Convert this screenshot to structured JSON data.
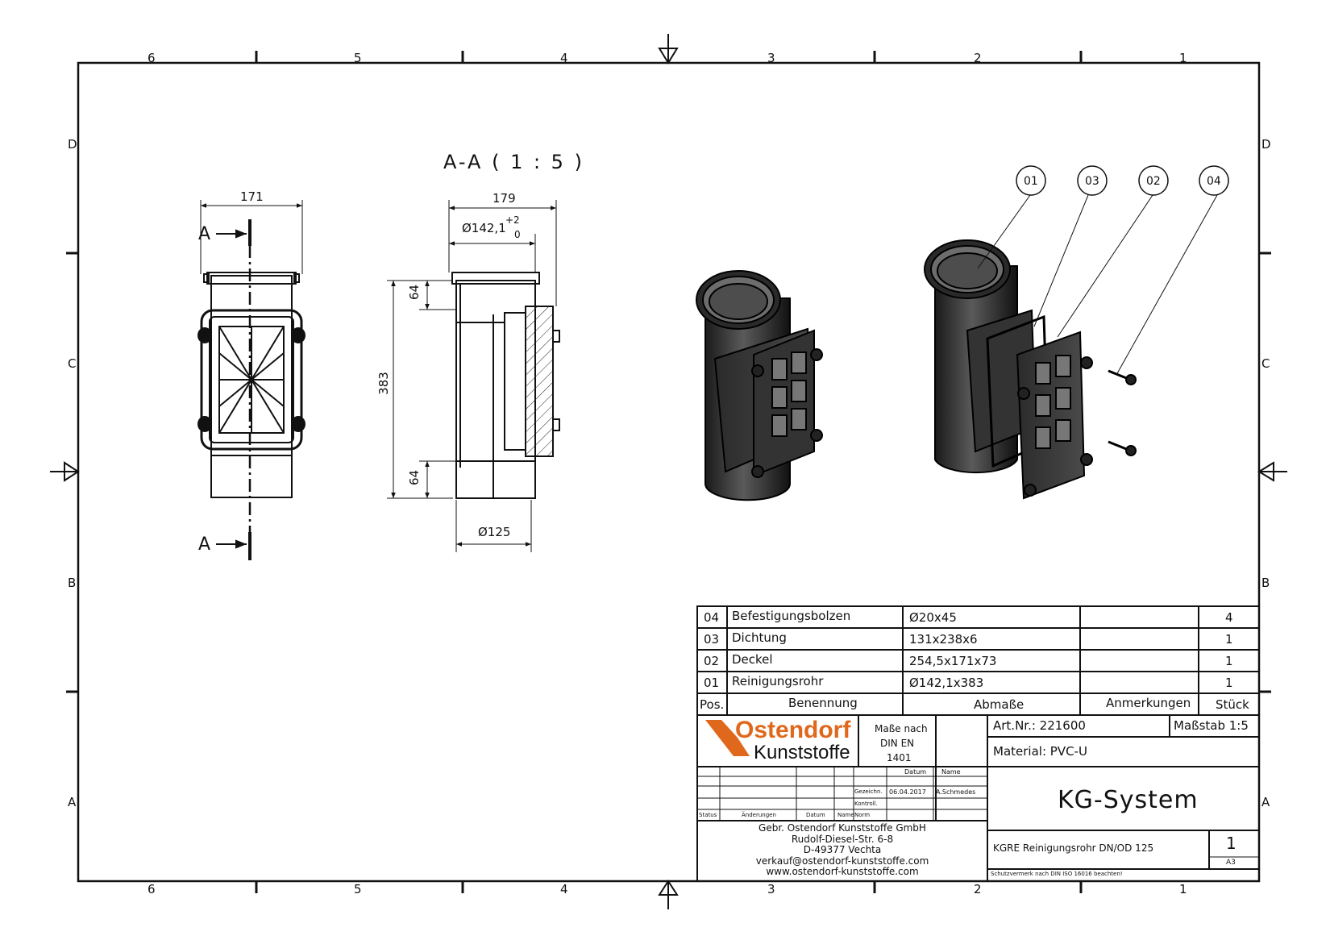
{
  "frame": {
    "col_labels": [
      "6",
      "5",
      "4",
      "3",
      "2",
      "1"
    ],
    "row_labels": [
      "D",
      "C",
      "B",
      "A"
    ]
  },
  "views": {
    "section_label": "A-A ( 1 : 5 )",
    "section_mark": "A",
    "dims": {
      "width_front": "171",
      "width_side": "179",
      "socket_diameter": "Ø142,1",
      "tol_upper": "+2",
      "tol_lower": "0",
      "height_total": "383",
      "socket_depth_top": "64",
      "socket_depth_bottom": "64",
      "pipe_diameter": "Ø125"
    },
    "balloons": [
      "01",
      "03",
      "02",
      "04"
    ]
  },
  "parts_list": {
    "rows": [
      {
        "pos": "04",
        "name": "Befestigungsbolzen",
        "size": "Ø20x45",
        "note": "",
        "qty": "4"
      },
      {
        "pos": "03",
        "name": "Dichtung",
        "size": "131x238x6",
        "note": "",
        "qty": "1"
      },
      {
        "pos": "02",
        "name": "Deckel",
        "size": "254,5x171x73",
        "note": "",
        "qty": "1"
      },
      {
        "pos": "01",
        "name": "Reinigungsrohr",
        "size": "Ø142,1x383",
        "note": "",
        "qty": "1"
      }
    ],
    "headers": {
      "pos": "Pos.",
      "name": "Benennung",
      "size": "Abmaße",
      "note": "Anmerkungen",
      "qty": "Stück"
    }
  },
  "title_block": {
    "logo_top": "Ostendorf",
    "logo_bottom": "Kunststoffe",
    "norm_line1": "Maße nach",
    "norm_line2": "DIN EN",
    "norm_line3": "1401",
    "col_datum": "Datum",
    "col_name": "Name",
    "row_gezeichnet": "Gezeichn.",
    "row_kontrolle": "Kontroll.",
    "row_norm": "Norm",
    "drawn_date": "06.04.2017",
    "drawn_name": "A.Schmedes",
    "rev_status": "Status",
    "rev_changes": "Änderungen",
    "rev_date": "Datum",
    "rev_name": "Name",
    "art_nr": "Art.Nr.: 221600",
    "scale": "Maßstab 1:5",
    "material": "Material: PVC-U",
    "system": "KG-System",
    "description": "KGRE Reinigungsrohr DN/OD 125",
    "sheet_no": "1",
    "format": "A3",
    "protection_note": "Schutzvermerk nach DIN ISO 16016 beachten!",
    "address": [
      "Gebr. Ostendorf Kunststoffe GmbH",
      "Rudolf-Diesel-Str. 6-8",
      "D-49377 Vechta",
      "verkauf@ostendorf-kunststoffe.com",
      "www.ostendorf-kunststoffe.com"
    ]
  }
}
